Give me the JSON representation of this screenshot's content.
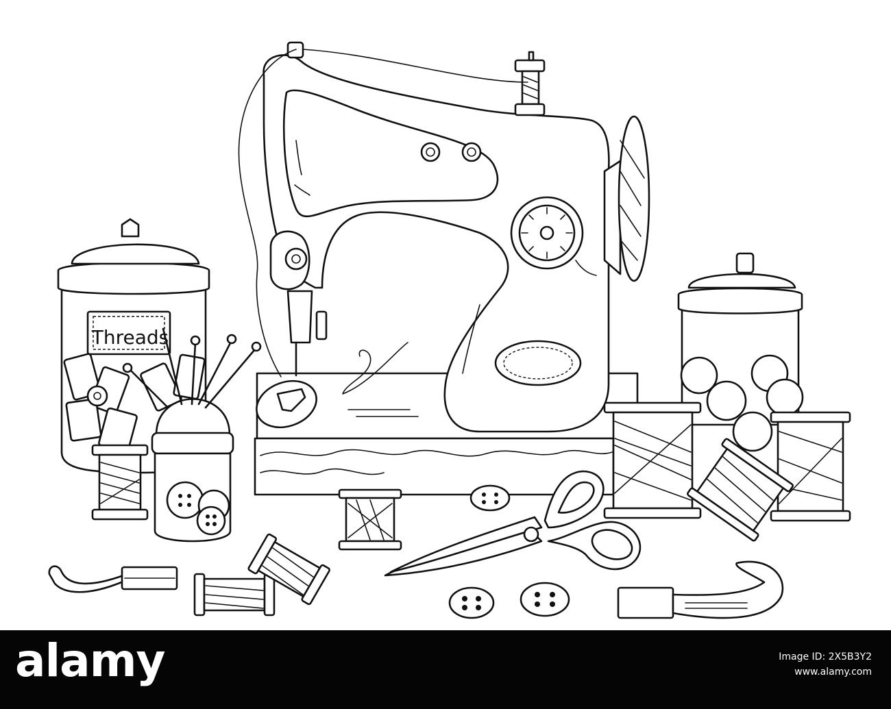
{
  "jar_label": "Threads",
  "banner": {
    "brand": "alamy",
    "image_id_caption": "Image ID: 2X5B3Y2",
    "url": "www.alamy.com",
    "background": "#050505",
    "text_color": "#ffffff"
  },
  "colors": {
    "line": "#111111",
    "paper": "#ffffff"
  }
}
